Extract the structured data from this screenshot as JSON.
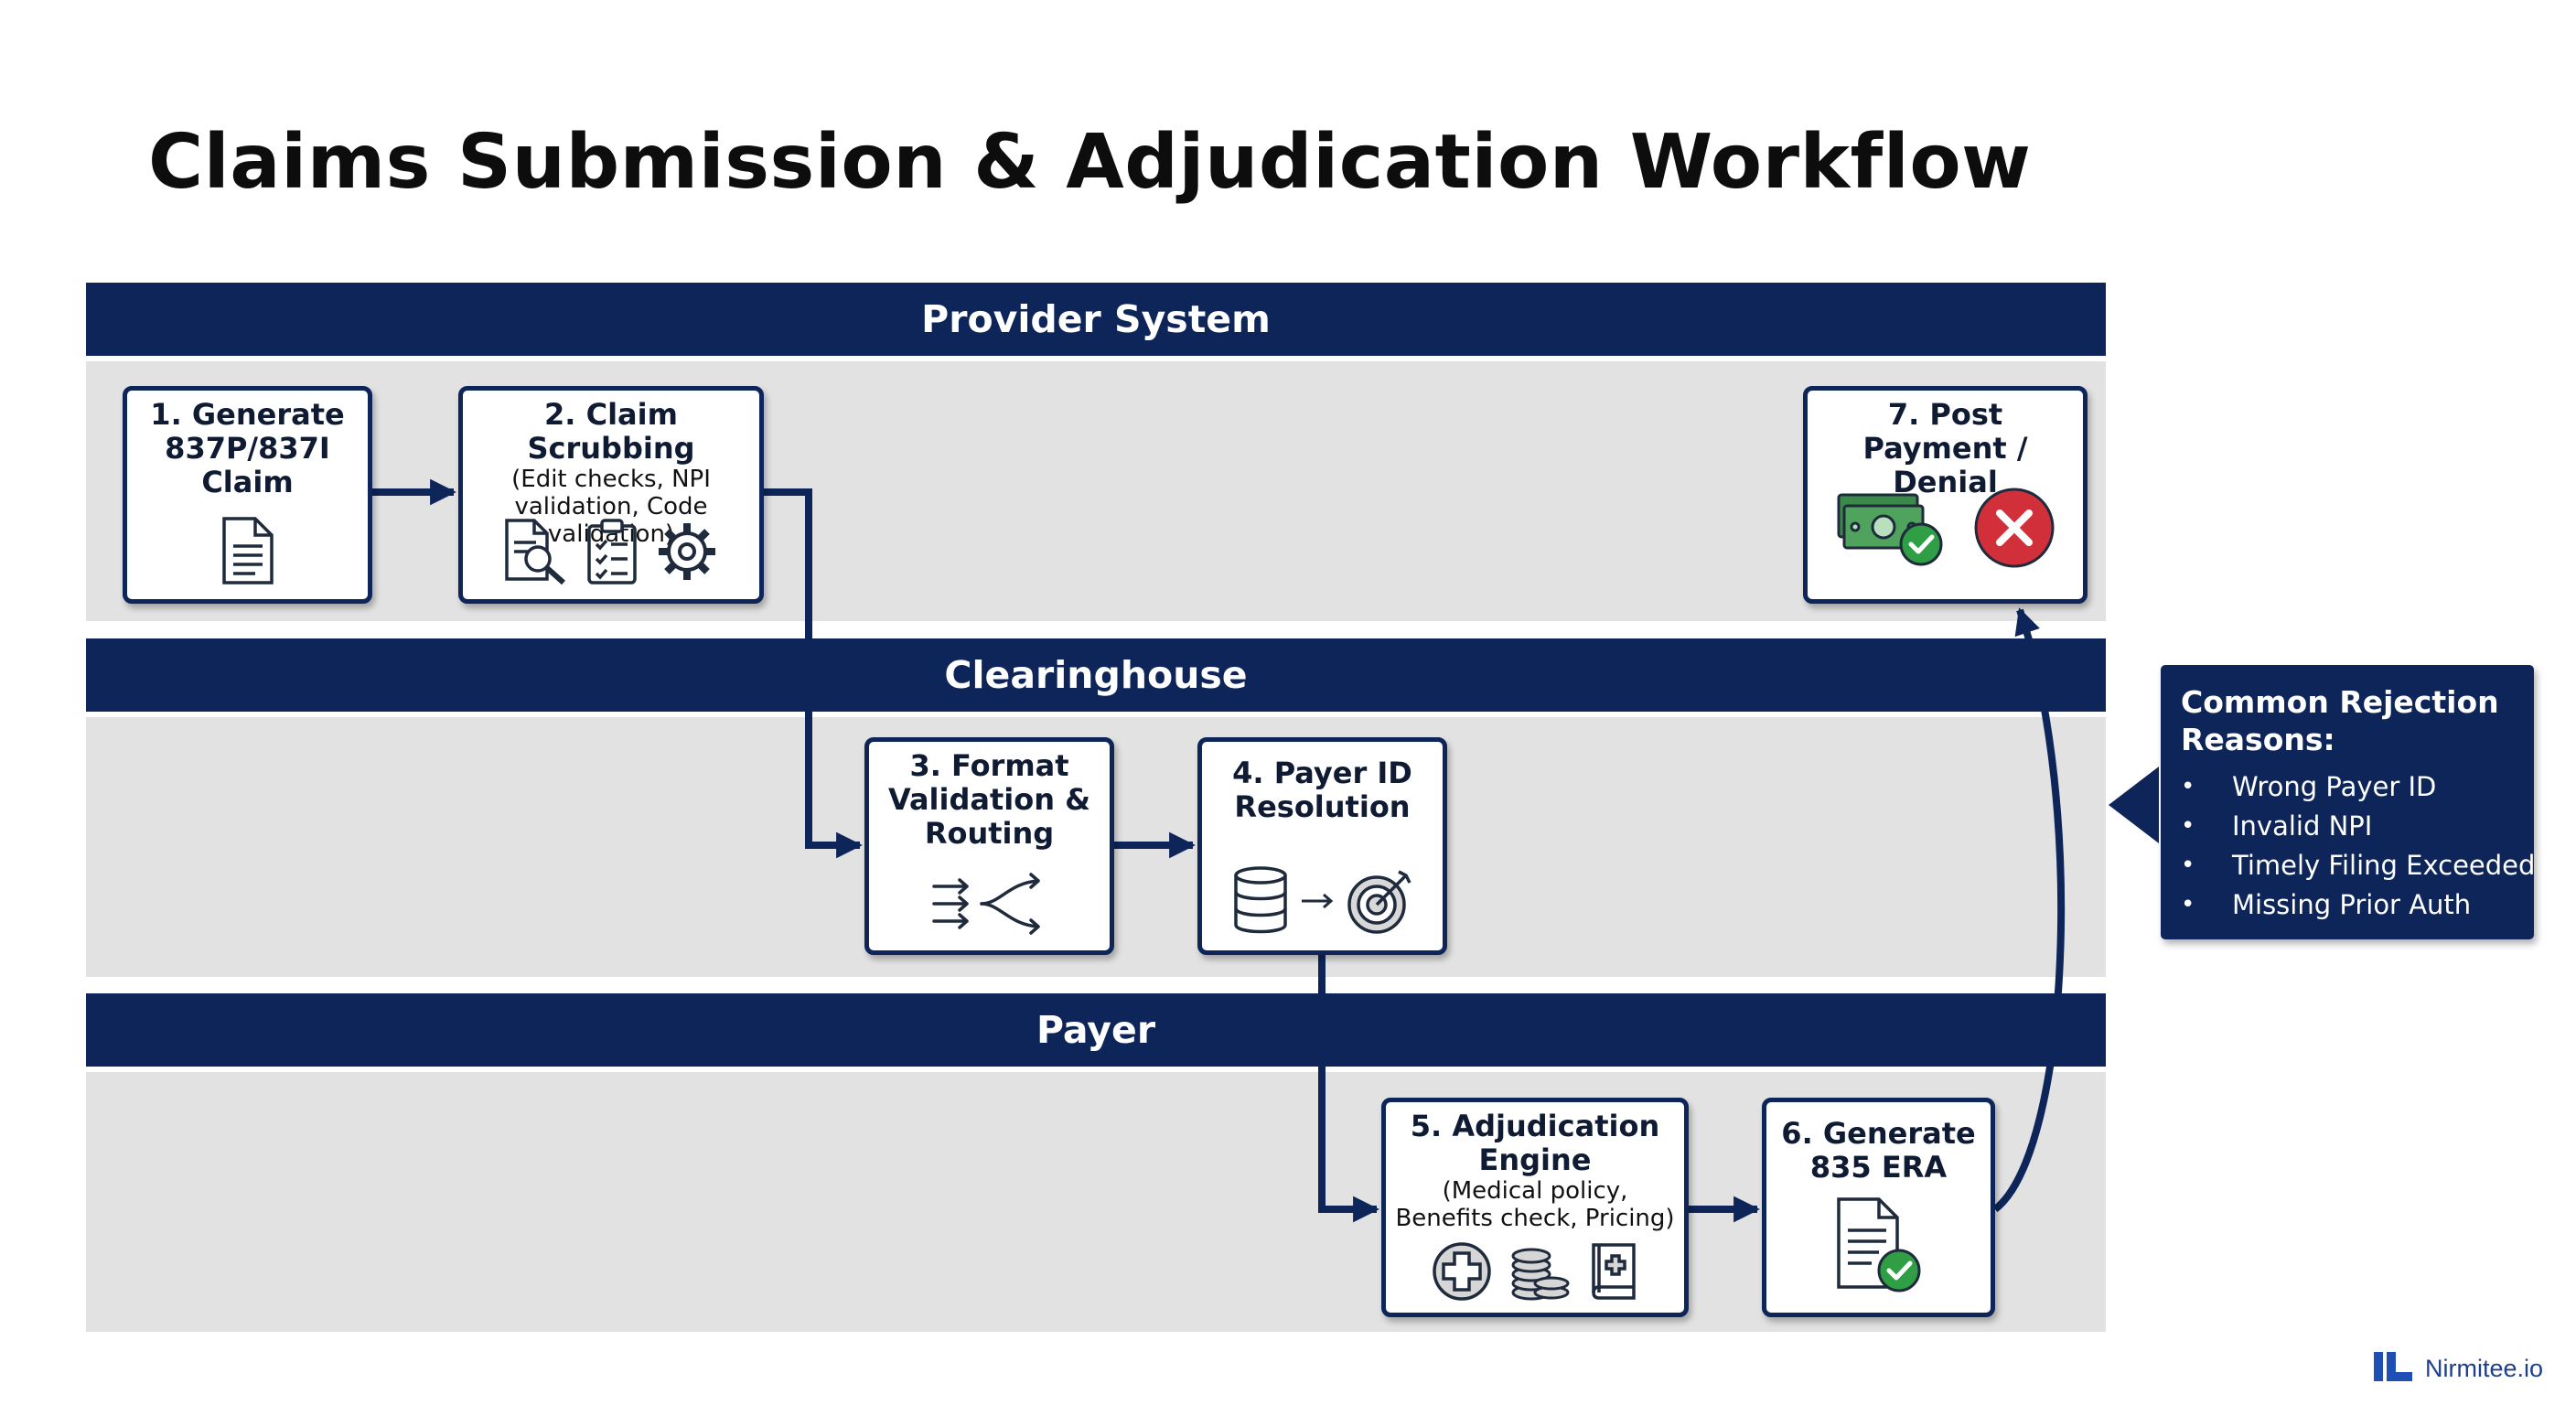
{
  "title": "Claims Submission & Adjudication Workflow",
  "lanes": {
    "provider": "Provider System",
    "clearinghouse": "Clearinghouse",
    "payer": "Payer"
  },
  "steps": {
    "s1": {
      "title": "1. Generate 837P/837I Claim"
    },
    "s2": {
      "title": "2. Claim Scrubbing",
      "subtitle": "(Edit checks, NPI validation, Code validation)"
    },
    "s3": {
      "title": "3. Format Validation & Routing"
    },
    "s4": {
      "title": "4. Payer ID Resolution"
    },
    "s5": {
      "title": "5. Adjudication Engine",
      "subtitle": "(Medical policy, Benefits check, Pricing)"
    },
    "s6": {
      "title": "6. Generate 835 ERA"
    },
    "s7": {
      "title": "7. Post Payment / Denial"
    }
  },
  "rejection": {
    "title": "Common Rejection Reasons:",
    "reasons": [
      "Wrong Payer ID",
      "Invalid NPI",
      "Timely Filing Exceeded",
      "Missing Prior Auth"
    ]
  },
  "brand": {
    "name": "Nirmitee.io"
  },
  "colors": {
    "navy": "#0d2559",
    "lane_background": "#e2e2e2",
    "success_green": "#2f9e44",
    "denial_red": "#d12f3a",
    "money_green": "#3c8a4a"
  },
  "icons": {
    "s1": [
      "document-icon"
    ],
    "s2": [
      "document-search-icon",
      "clipboard-checklist-icon",
      "gear-icon"
    ],
    "s3": [
      "routing-arrows-icon"
    ],
    "s4": [
      "database-icon",
      "arrow-right-icon",
      "target-icon"
    ],
    "s5": [
      "medical-cross-icon",
      "coin-stack-icon",
      "medical-book-icon"
    ],
    "s6": [
      "document-check-icon"
    ],
    "s7": [
      "money-check-icon",
      "denial-x-icon"
    ]
  }
}
